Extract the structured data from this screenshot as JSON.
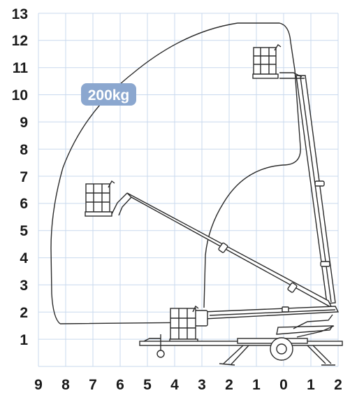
{
  "y_labels": [
    "13",
    "12",
    "11",
    "10",
    "9",
    "8",
    "7",
    "6",
    "5",
    "4",
    "3",
    "2",
    "1"
  ],
  "x_labels": [
    "9",
    "8",
    "7",
    "6",
    "5",
    "4",
    "3",
    "2",
    "1",
    "0",
    "1",
    "2"
  ],
  "badge": {
    "text": "200kg",
    "color": "#8ba7cf"
  },
  "colors": {
    "grid": "#c9d9ee",
    "ink": "#2a2a2a"
  }
}
